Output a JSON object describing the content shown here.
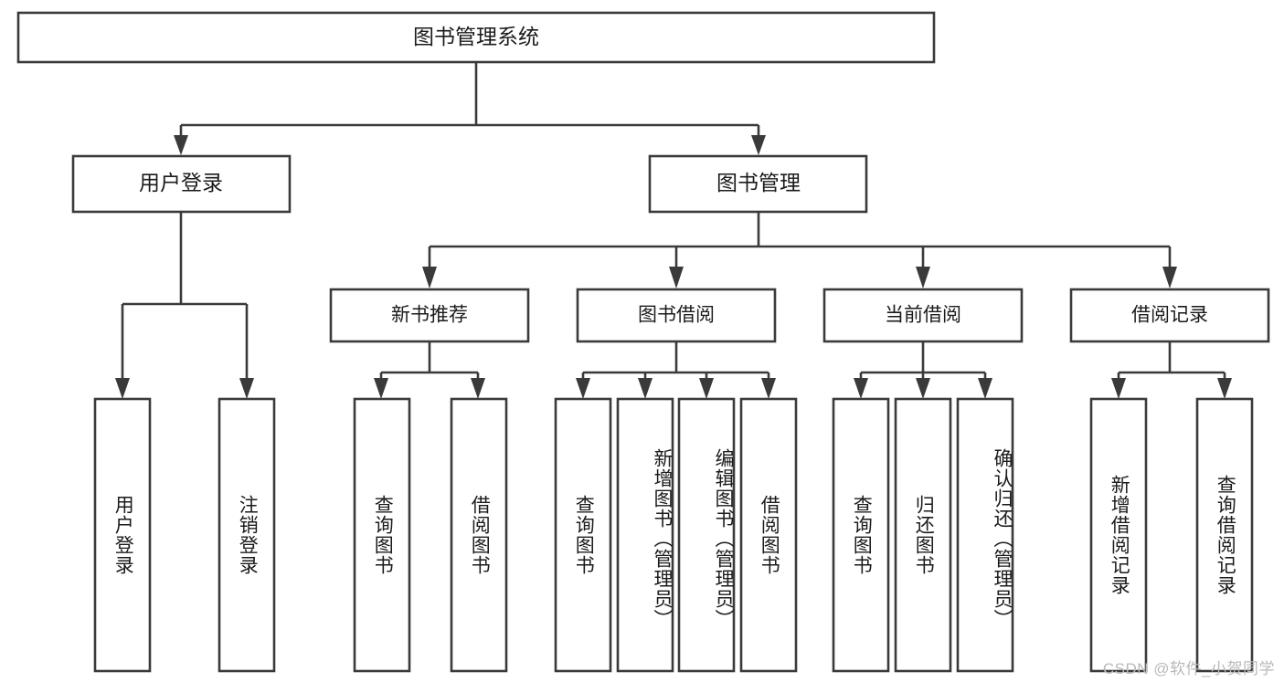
{
  "diagram": {
    "type": "tree-hierarchy",
    "title": "图书管理系统",
    "watermark": "CSDN @软件_小贺同学",
    "colors": {
      "box_stroke": "#3a3a3a",
      "box_fill": "#ffffff",
      "text": "#1b1b1b",
      "background": "#ffffff",
      "watermark": "#b9b9b9"
    },
    "root": {
      "label": "图书管理系统",
      "level": 0
    },
    "level2": [
      {
        "label": "用户登录"
      },
      {
        "label": "图书管理"
      }
    ],
    "level3": [
      {
        "label": "新书推荐"
      },
      {
        "label": "图书借阅"
      },
      {
        "label": "当前借阅"
      },
      {
        "label": "借阅记录"
      }
    ],
    "leaves": {
      "user_login": [
        {
          "label": "用户登录"
        },
        {
          "label": "注销登录"
        }
      ],
      "new_book_recommend": [
        {
          "label": "查询图书"
        },
        {
          "label": "借阅图书"
        }
      ],
      "book_borrow": [
        {
          "label": "查询图书"
        },
        {
          "label": "新增图书（管理员）"
        },
        {
          "label": "编辑图书（管理员）"
        },
        {
          "label": "借阅图书"
        }
      ],
      "current_borrow": [
        {
          "label": "查询图书"
        },
        {
          "label": "归还图书"
        },
        {
          "label": "确认归还（管理员）"
        }
      ],
      "borrow_record": [
        {
          "label": "新增借阅记录"
        },
        {
          "label": "查询借阅记录"
        }
      ]
    }
  }
}
